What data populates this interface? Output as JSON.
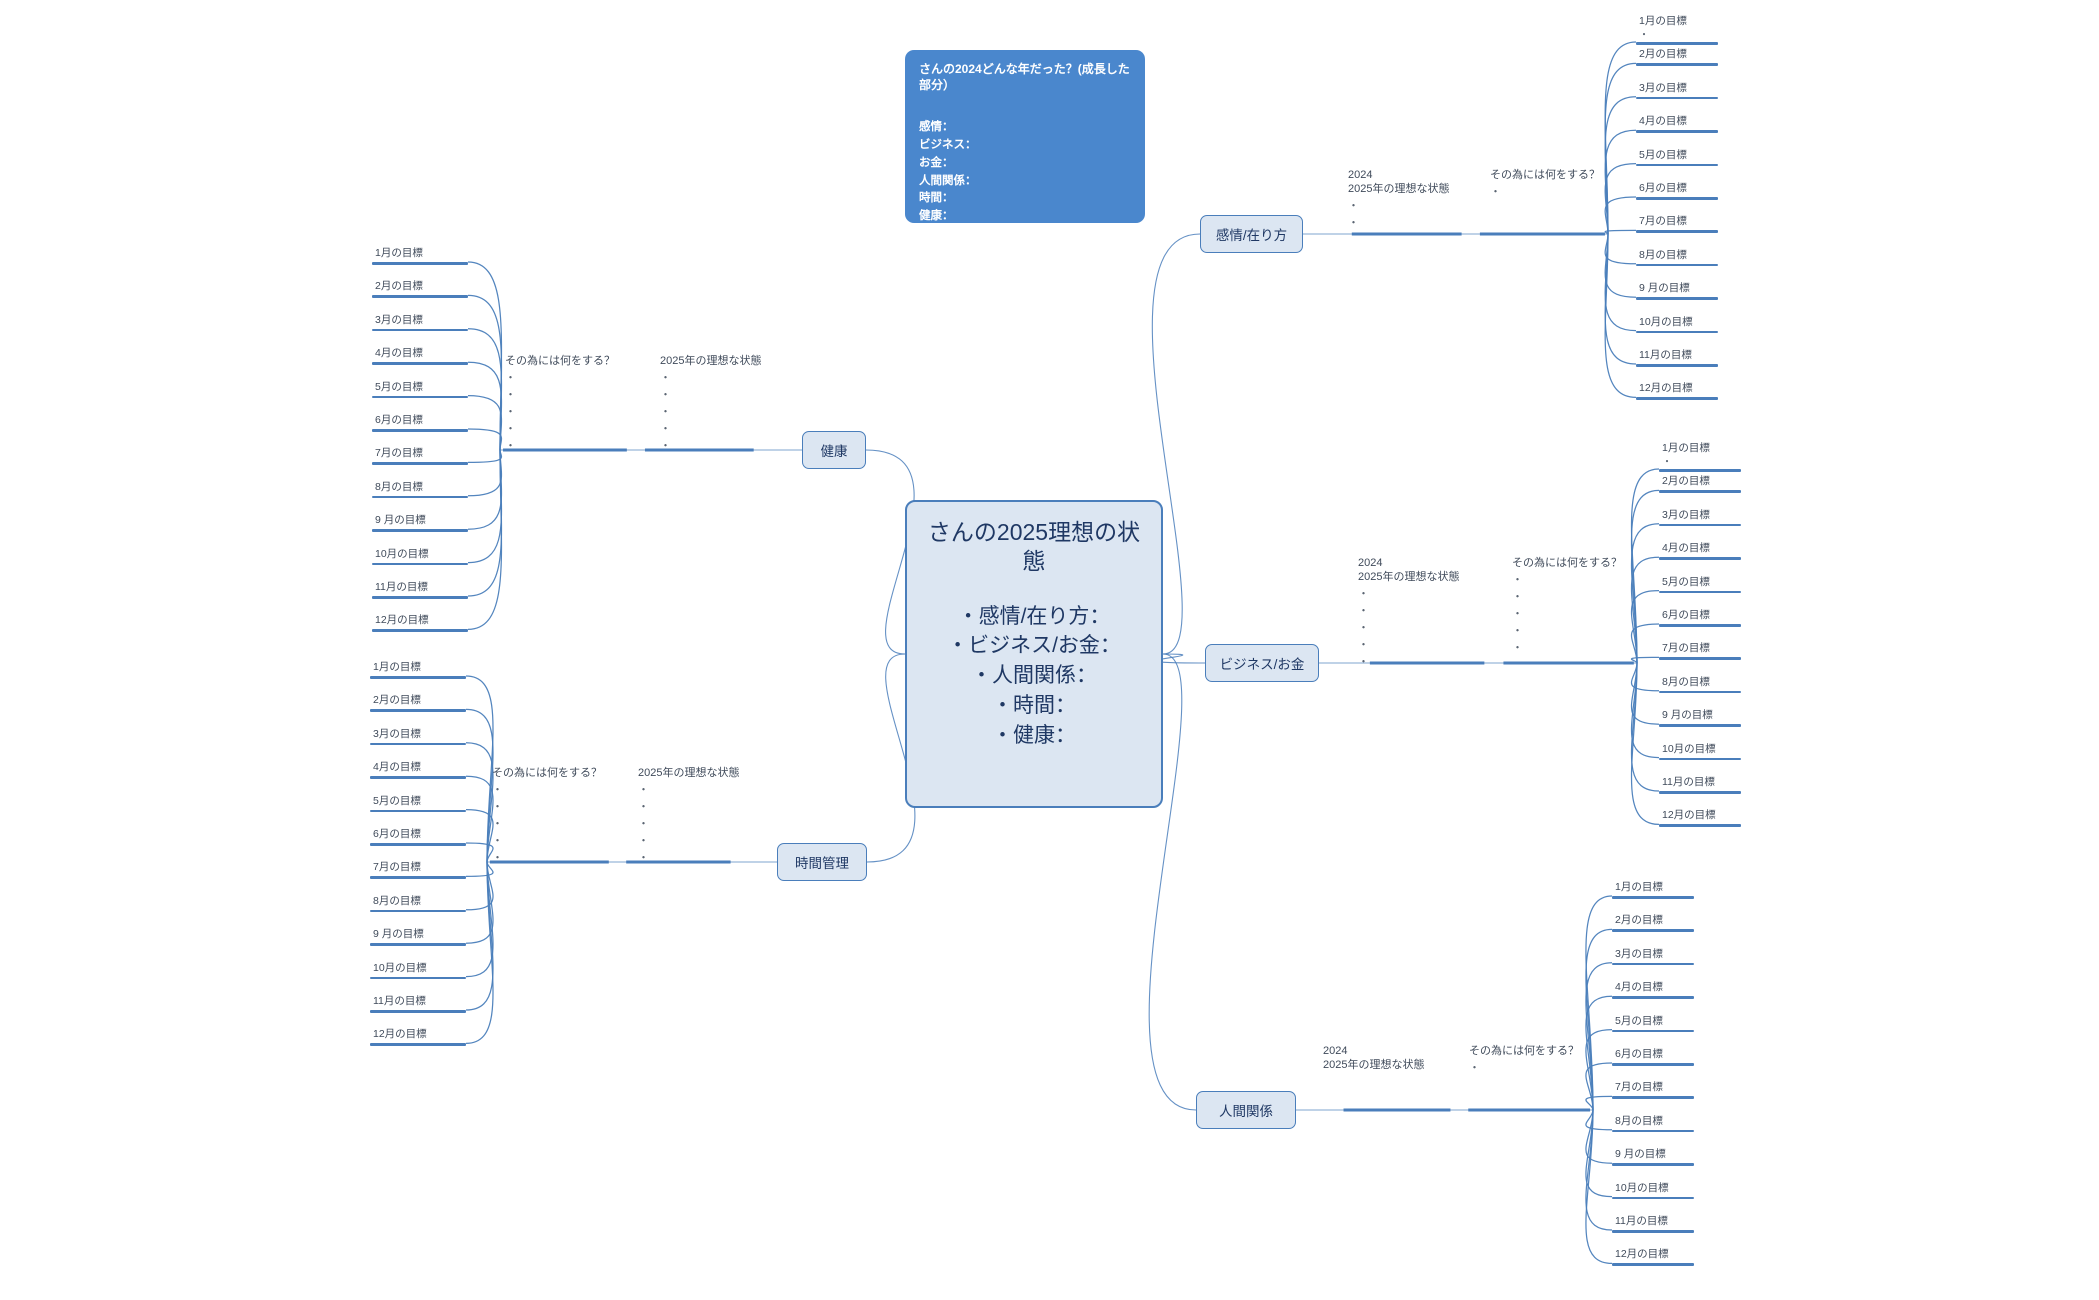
{
  "colors": {
    "accent": "#4a7ebb",
    "node_fill": "#dce6f2",
    "review_fill": "#4a87cd",
    "text": "#1f3864",
    "muted": "#3f4a5a"
  },
  "review_box": {
    "title": "さんの2024どんな年だった？(成長した部分）",
    "items": [
      "感情：",
      "ビジネス：",
      "お金：",
      "人間関係：",
      "時間：",
      "健康："
    ]
  },
  "center": {
    "title": "さんの2025理想の状態",
    "items": [
      "・感情/在り方：",
      "・ビジネス/お金：",
      "・人間関係：",
      "・時間：",
      "・健康："
    ]
  },
  "labels": {
    "ideal_state": "2025年の理想な状態",
    "year_2024": "2024",
    "actions": "その為には何をする？",
    "bullet": "・"
  },
  "months": [
    "1月の目標",
    "2月の目標",
    "3月の目標",
    "4月の目標",
    "5月の目標",
    "6月の目標",
    "7月の目標",
    "8月の目標",
    "9 月の目標",
    "10月の目標",
    "11月の目標",
    "12月の目標"
  ],
  "branches": [
    {
      "id": "kanjou",
      "label": "感情/在り方",
      "side": "right",
      "ideal_bullets": 2,
      "action_bullets": 1,
      "has_2024": true,
      "first_month_bullet": true
    },
    {
      "id": "kenkou",
      "label": "健康",
      "side": "left",
      "ideal_bullets": 5,
      "action_bullets": 5,
      "has_2024": false,
      "first_month_bullet": false
    },
    {
      "id": "business",
      "label": "ビジネス/お金",
      "side": "right",
      "ideal_bullets": 5,
      "action_bullets": 5,
      "has_2024": true,
      "first_month_bullet": true
    },
    {
      "id": "jikan",
      "label": "時間管理",
      "side": "left",
      "ideal_bullets": 5,
      "action_bullets": 5,
      "has_2024": false,
      "first_month_bullet": false
    },
    {
      "id": "ningen",
      "label": "人間関係",
      "side": "right",
      "ideal_bullets": 0,
      "action_bullets": 1,
      "has_2024": true,
      "first_month_bullet": false
    }
  ]
}
